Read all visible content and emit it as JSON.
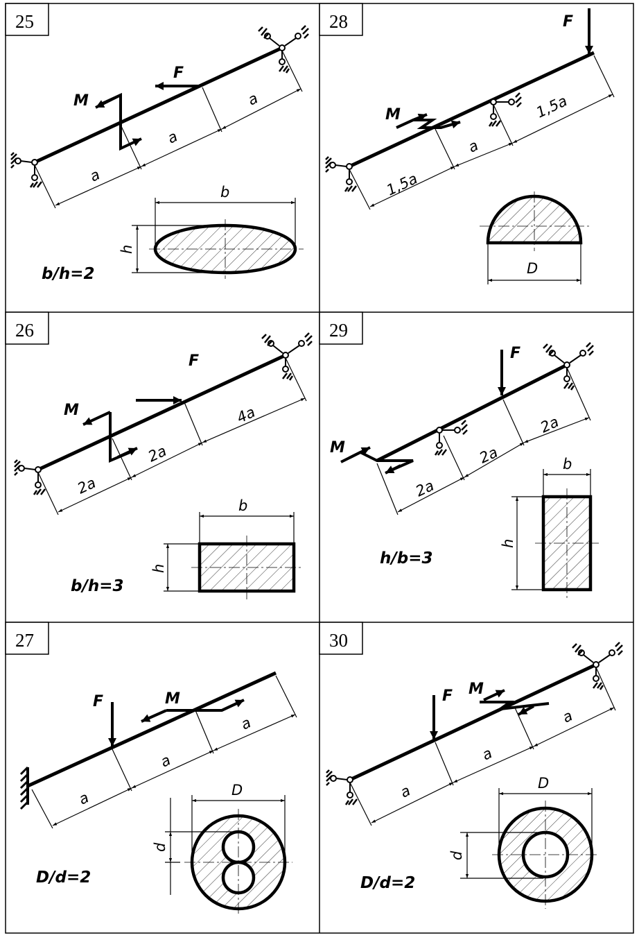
{
  "problems": [
    {
      "number": "25",
      "force": "F",
      "moment": "M",
      "spans": [
        "a",
        "a",
        "a"
      ],
      "section": {
        "shape": "ellipse",
        "width_label": "b",
        "height_label": "h",
        "ratio": "b/h=2"
      }
    },
    {
      "number": "26",
      "force": "F",
      "moment": "M",
      "spans": [
        "2a",
        "2a",
        "4a"
      ],
      "section": {
        "shape": "rectangle",
        "width_label": "b",
        "height_label": "h",
        "ratio": "b/h=3"
      }
    },
    {
      "number": "27",
      "force": "F",
      "moment": "M",
      "spans": [
        "a",
        "a",
        "a"
      ],
      "section": {
        "shape": "circle with two circular holes",
        "width_label": "D",
        "height_label": "d",
        "ratio": "D/d=2"
      }
    },
    {
      "number": "28",
      "force": "F",
      "moment": "M",
      "spans": [
        "1,5a",
        "a",
        "1,5a"
      ],
      "section": {
        "shape": "semicircle",
        "width_label": "D"
      }
    },
    {
      "number": "29",
      "force": "F",
      "moment": "M",
      "spans": [
        "2a",
        "2a",
        "2a"
      ],
      "section": {
        "shape": "rectangle",
        "width_label": "b",
        "height_label": "h",
        "ratio": "h/b=3"
      }
    },
    {
      "number": "30",
      "force": "F",
      "moment": "M",
      "spans": [
        "a",
        "a",
        "a"
      ],
      "section": {
        "shape": "ring",
        "width_label": "D",
        "height_label": "d",
        "ratio": "D/d=2"
      }
    }
  ]
}
